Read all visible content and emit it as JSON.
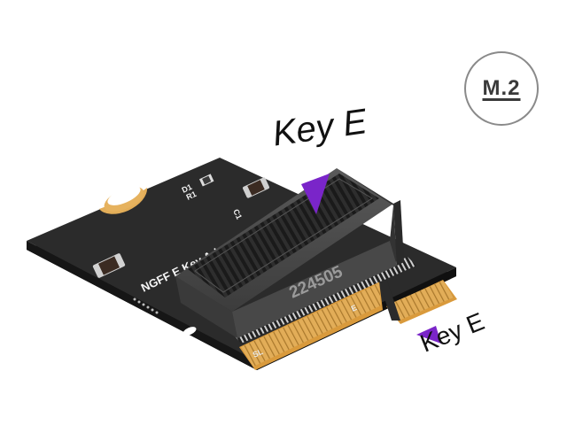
{
  "badge": {
    "text": "M.2"
  },
  "key_label_top": "Key E",
  "key_label_bottom": "Key E",
  "board": {
    "silkscreen_title": "NGFF E Key Adapter",
    "slot_number": "224505",
    "components": {
      "d1": "D1",
      "r1": "R1",
      "c1": "C1"
    },
    "pin_marks": {
      "s_l": "SL",
      "e": "E"
    }
  },
  "colors": {
    "pcb": "#2b2b2b",
    "pcb_edge": "#1b1b1b",
    "slot": "#4a4a4a",
    "gold": "#e0a64a",
    "arrow": "#7a25c9"
  }
}
